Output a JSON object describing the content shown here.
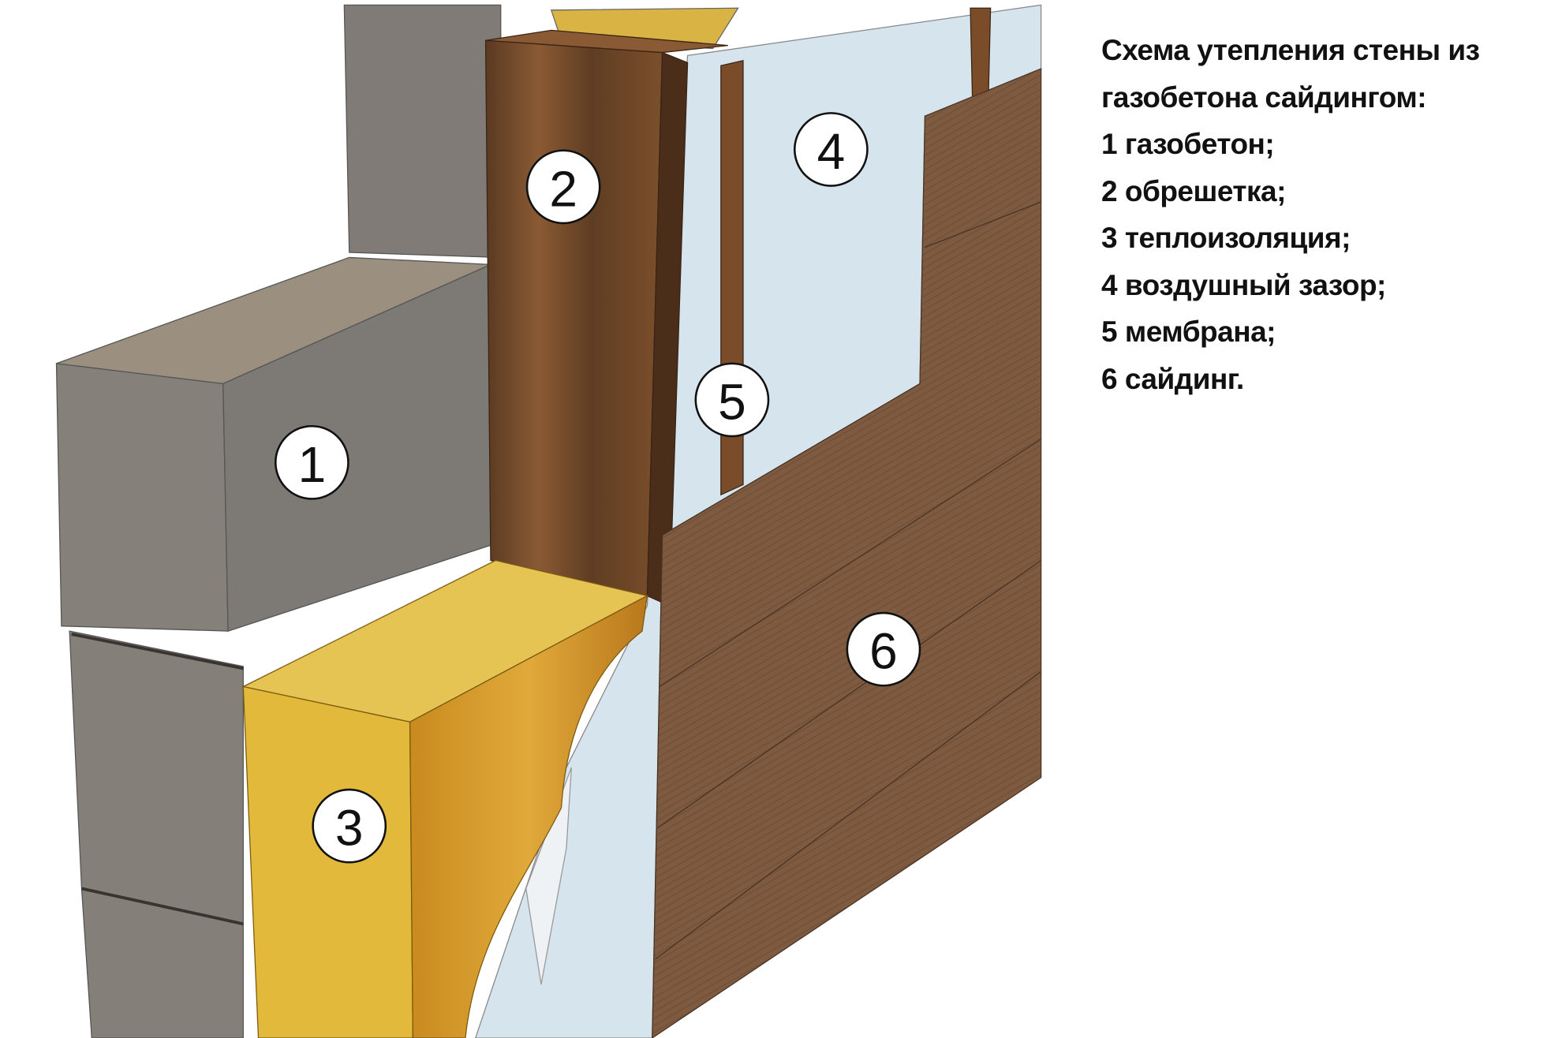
{
  "title_line1": "Схема утепления стены из",
  "title_line2": "газобетона сайдингом:",
  "items": [
    {
      "num": "1",
      "label": "1 газобетон;"
    },
    {
      "num": "2",
      "label": "2 обрешетка;"
    },
    {
      "num": "3",
      "label": "3 теплоизоляция;"
    },
    {
      "num": "4",
      "label": "4 воздушный зазор;"
    },
    {
      "num": "5",
      "label": "5 мембрана;"
    },
    {
      "num": "6",
      "label": "6 сайдинг."
    }
  ],
  "colors": {
    "aerated_concrete": "#7d7975",
    "batten_wood": "#6b4425",
    "insulation": "#e2b93a",
    "membrane": "#d6e4ee",
    "siding": "#7d5a40"
  }
}
